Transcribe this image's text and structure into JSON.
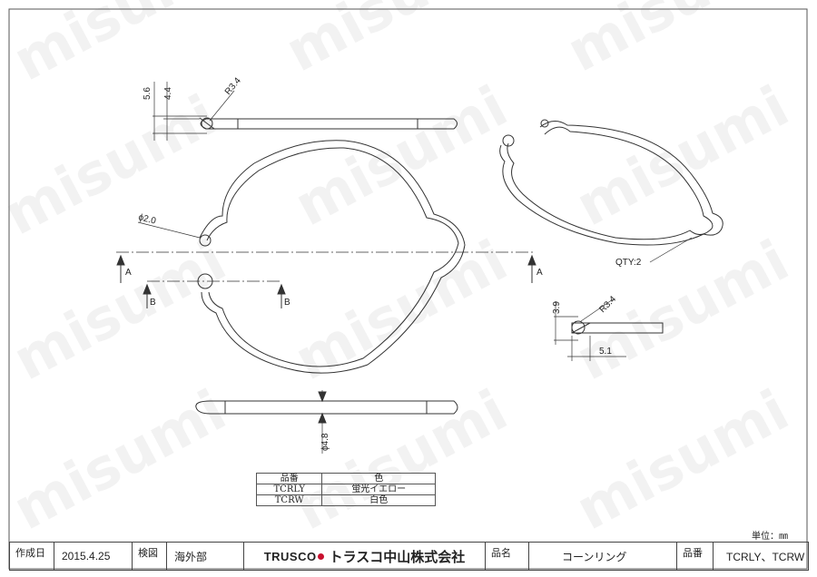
{
  "watermark": "misumi",
  "dimensions": {
    "top_d1": "5.6",
    "top_d2": "4.4",
    "top_r": "R3.4",
    "center_dia": "ϕ2.0",
    "section_a": "A",
    "section_b": "B",
    "qty": "QTY:2",
    "right_r": "R3.4",
    "right_h": "3.9",
    "right_w": "5.1",
    "bottom_dia": "ϕ4.8"
  },
  "color_table": {
    "header": [
      "品番",
      "色"
    ],
    "rows": [
      [
        "TCRLY",
        "蛍光イエロー"
      ],
      [
        "TCRW",
        "白色"
      ]
    ]
  },
  "unit": "単位：㎜",
  "title_block": {
    "created_label": "作成日",
    "created_value": "2015.4.25",
    "drawing_label": "検図",
    "drawing_value": "海外部",
    "brand": "TRUSCO",
    "company": "トラスコ中山株式会社",
    "product_label": "品名",
    "product_value": "コーンリング",
    "part_label": "品番",
    "part_value": "TCRLY、TCRW"
  }
}
